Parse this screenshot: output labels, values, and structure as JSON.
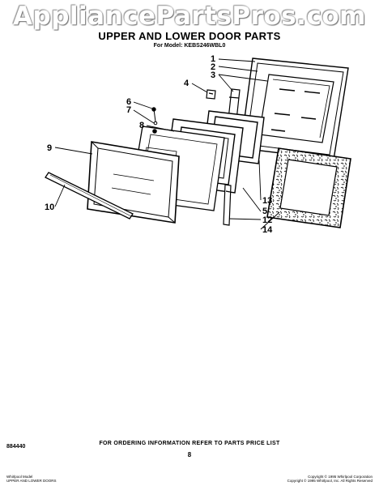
{
  "watermark": "AppliancePartsPros.com",
  "header": {
    "title": "UPPER AND LOWER DOOR PARTS",
    "model_line": "For Model: KEBS246WBL0"
  },
  "callouts": [
    "1",
    "2",
    "3",
    "4",
    "5",
    "6",
    "7",
    "8",
    "9",
    "10",
    "12",
    "13",
    "14"
  ],
  "footer": {
    "ordering_note": "FOR ORDERING INFORMATION REFER TO PARTS PRICE LIST",
    "page_number": "8",
    "catalog_number": "884440",
    "left_small_1": "Whirlpool Model",
    "left_small_2": "UPPER AND LOWER DOORS",
    "right_small_1": "Copyright © 1995 Whirlpool Corporation",
    "right_small_2": "Copyright © 1995 Whirlpool, Inc. All Rights Reserved"
  }
}
